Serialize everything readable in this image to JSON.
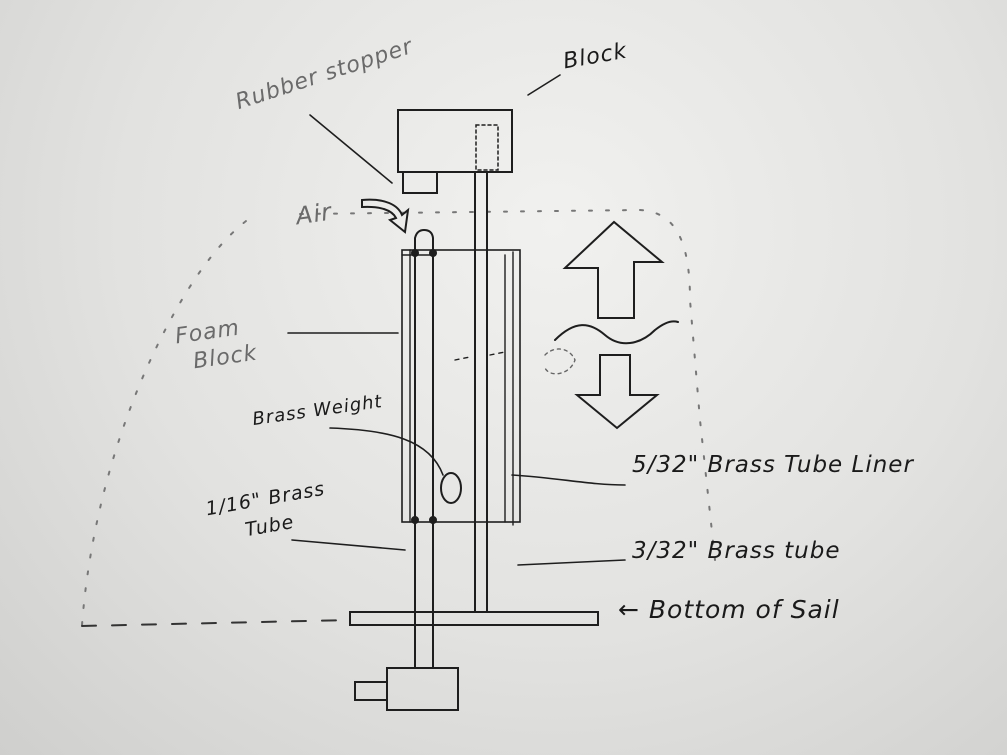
{
  "title": "Hand-drawn sketch of a brass tube and foam block mechanism",
  "labels": {
    "rubber_stopper": "Rubber stopper",
    "block": "Block",
    "air": "Air",
    "foam_block_line1": "Foam",
    "foam_block_line2": "Block",
    "brass_weight": "Brass Weight",
    "tube_116_line1": "1/16\" Brass",
    "tube_116_line2": "Tube",
    "liner_532": "5/32\" Brass Tube Liner",
    "tube_332": "3/32\" Brass tube",
    "bottom_of_sail": "← Bottom of Sail"
  },
  "colors": {
    "ink": "#1e1e1e",
    "pencil": "#6a6a6a",
    "paper": "#e6e6e4"
  }
}
